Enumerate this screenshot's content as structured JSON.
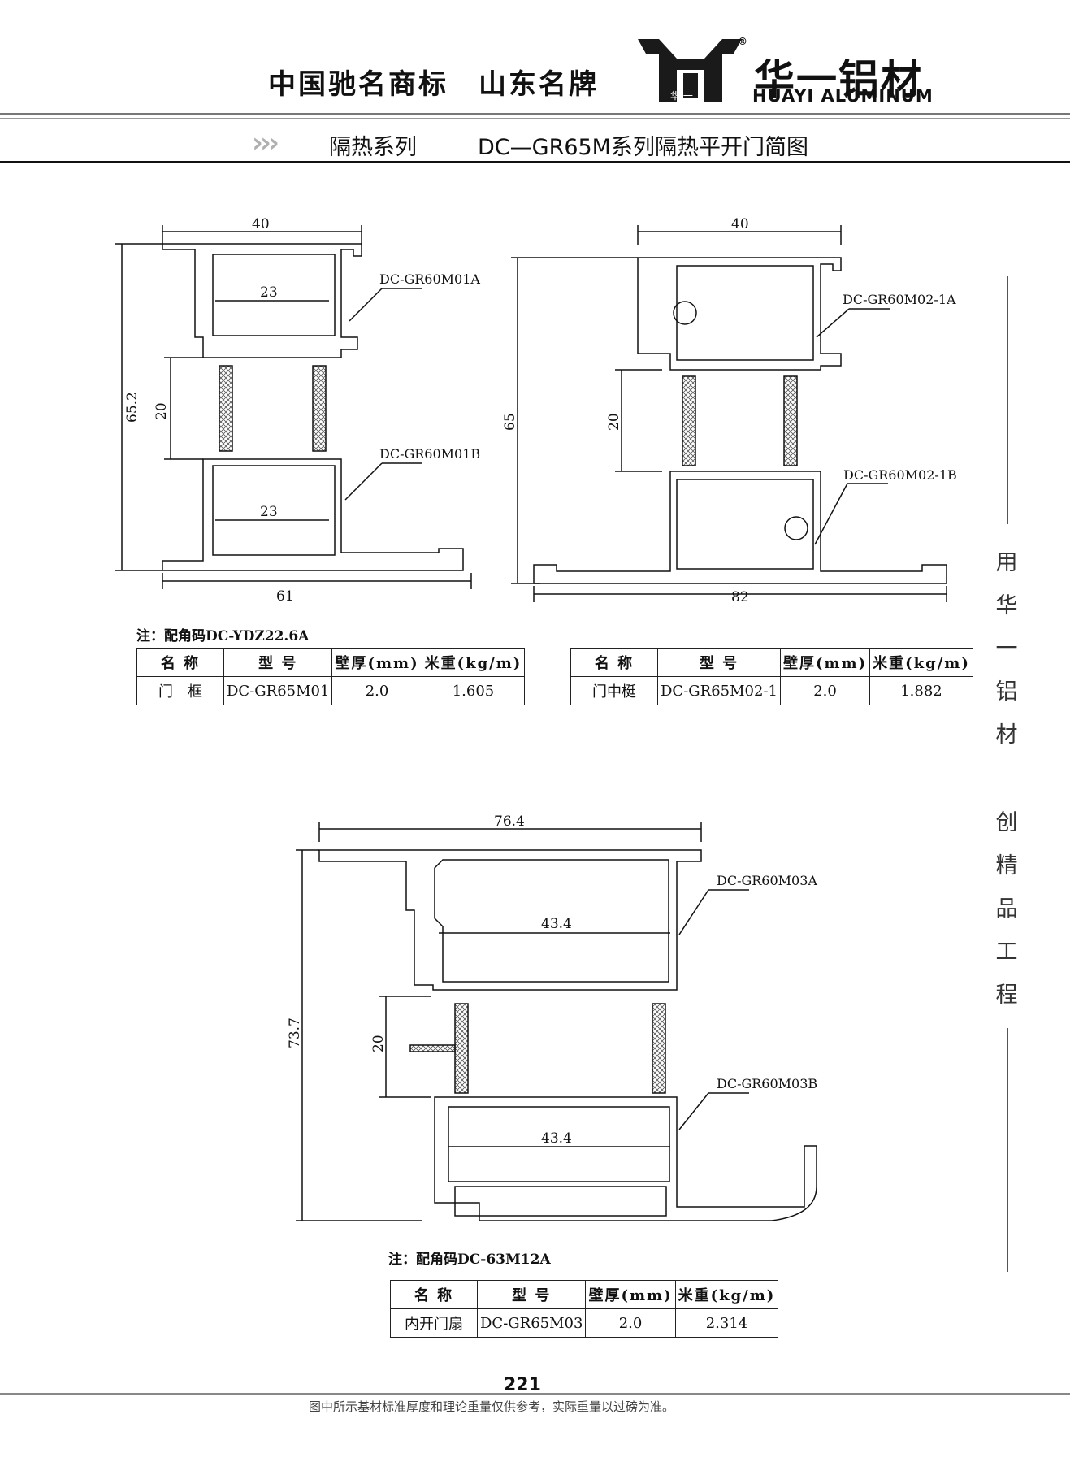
{
  "header": {
    "slogan": "中国驰名商标　山东名牌",
    "brand_cn": "华一铝材",
    "brand_en": "HUAYI ALUMINUM",
    "logo_mark_text": "华 一",
    "registered": "®"
  },
  "title_bar": {
    "arrows": "›››",
    "series": "隔热系列",
    "drawing_title": "DC—GR65M系列隔热平开门简图"
  },
  "side_slogan": [
    "用",
    "华",
    "一",
    "铝",
    "材",
    "",
    "创",
    "精",
    "品",
    "工",
    "程"
  ],
  "profiles": {
    "frame": {
      "dims": {
        "top": "40",
        "inner_top": "23",
        "bridge": "20",
        "inner_bottom": "23",
        "height": "65.2",
        "bottom": "61"
      },
      "labels": {
        "part_a": "DC-GR60M01A",
        "part_b": "DC-GR60M01B"
      },
      "note": "注：配角码DC-YDZ22.6A",
      "table": {
        "headers": [
          "名 称",
          "型 号",
          "壁厚(mm)",
          "米重(kg/m)"
        ],
        "row": [
          "门　框",
          "DC-GR65M01",
          "2.0",
          "1.605"
        ]
      }
    },
    "mullion": {
      "dims": {
        "top": "40",
        "bridge": "20",
        "height": "65",
        "bottom": "82"
      },
      "labels": {
        "part_a": "DC-GR60M02-1A",
        "part_b": "DC-GR60M02-1B"
      },
      "table": {
        "headers": [
          "名 称",
          "型 号",
          "壁厚(mm)",
          "米重(kg/m)"
        ],
        "row": [
          "门中梃",
          "DC-GR65M02-1",
          "2.0",
          "1.882"
        ]
      }
    },
    "sash": {
      "dims": {
        "top": "76.4",
        "inner_top": "43.4",
        "bridge": "20",
        "inner_bottom": "43.4",
        "height": "73.7"
      },
      "labels": {
        "part_a": "DC-GR60M03A",
        "part_b": "DC-GR60M03B"
      },
      "note": "注：配角码DC-63M12A",
      "table": {
        "headers": [
          "名 称",
          "型 号",
          "壁厚(mm)",
          "米重(kg/m)"
        ],
        "row": [
          "内开门扇",
          "DC-GR65M03",
          "2.0",
          "2.314"
        ]
      }
    }
  },
  "footer": {
    "page_number": "221",
    "disclaimer": "图中所示基材标准厚度和理论重量仅供参考，实际重量以过磅为准。"
  }
}
